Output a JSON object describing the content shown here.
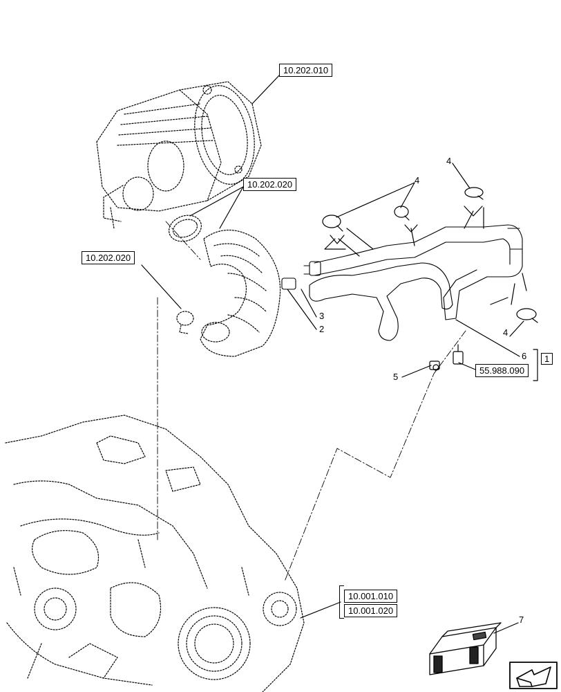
{
  "references": {
    "air_cleaner": "10.202.010",
    "hose_upper": "10.202.020",
    "hose_left": "10.202.020",
    "sensor_ref": "55.988.090",
    "engine_ref_1": "10.001.010",
    "engine_ref_2": "10.001.020"
  },
  "callouts": {
    "c4_top": "4",
    "c4_mid": "4",
    "c4_right": "4",
    "c3": "3",
    "c2": "2",
    "c6": "6",
    "c5": "5",
    "c7": "7",
    "group": "1"
  }
}
